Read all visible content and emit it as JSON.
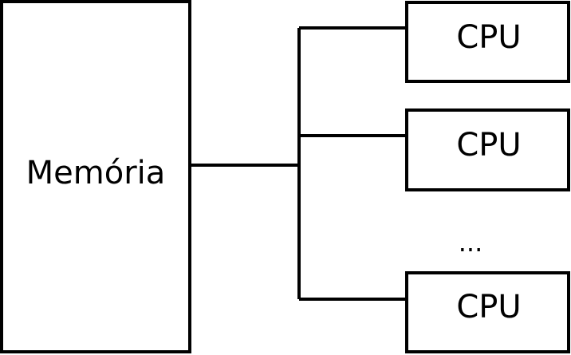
{
  "diagram": {
    "memory": {
      "label": "Memória"
    },
    "cpus": [
      {
        "label": "CPU"
      },
      {
        "label": "CPU"
      },
      {
        "label": "CPU"
      }
    ],
    "ellipsis": "..."
  },
  "colors": {
    "stroke": "#000000",
    "fill": "#ffffff",
    "background": "#ffffff"
  }
}
